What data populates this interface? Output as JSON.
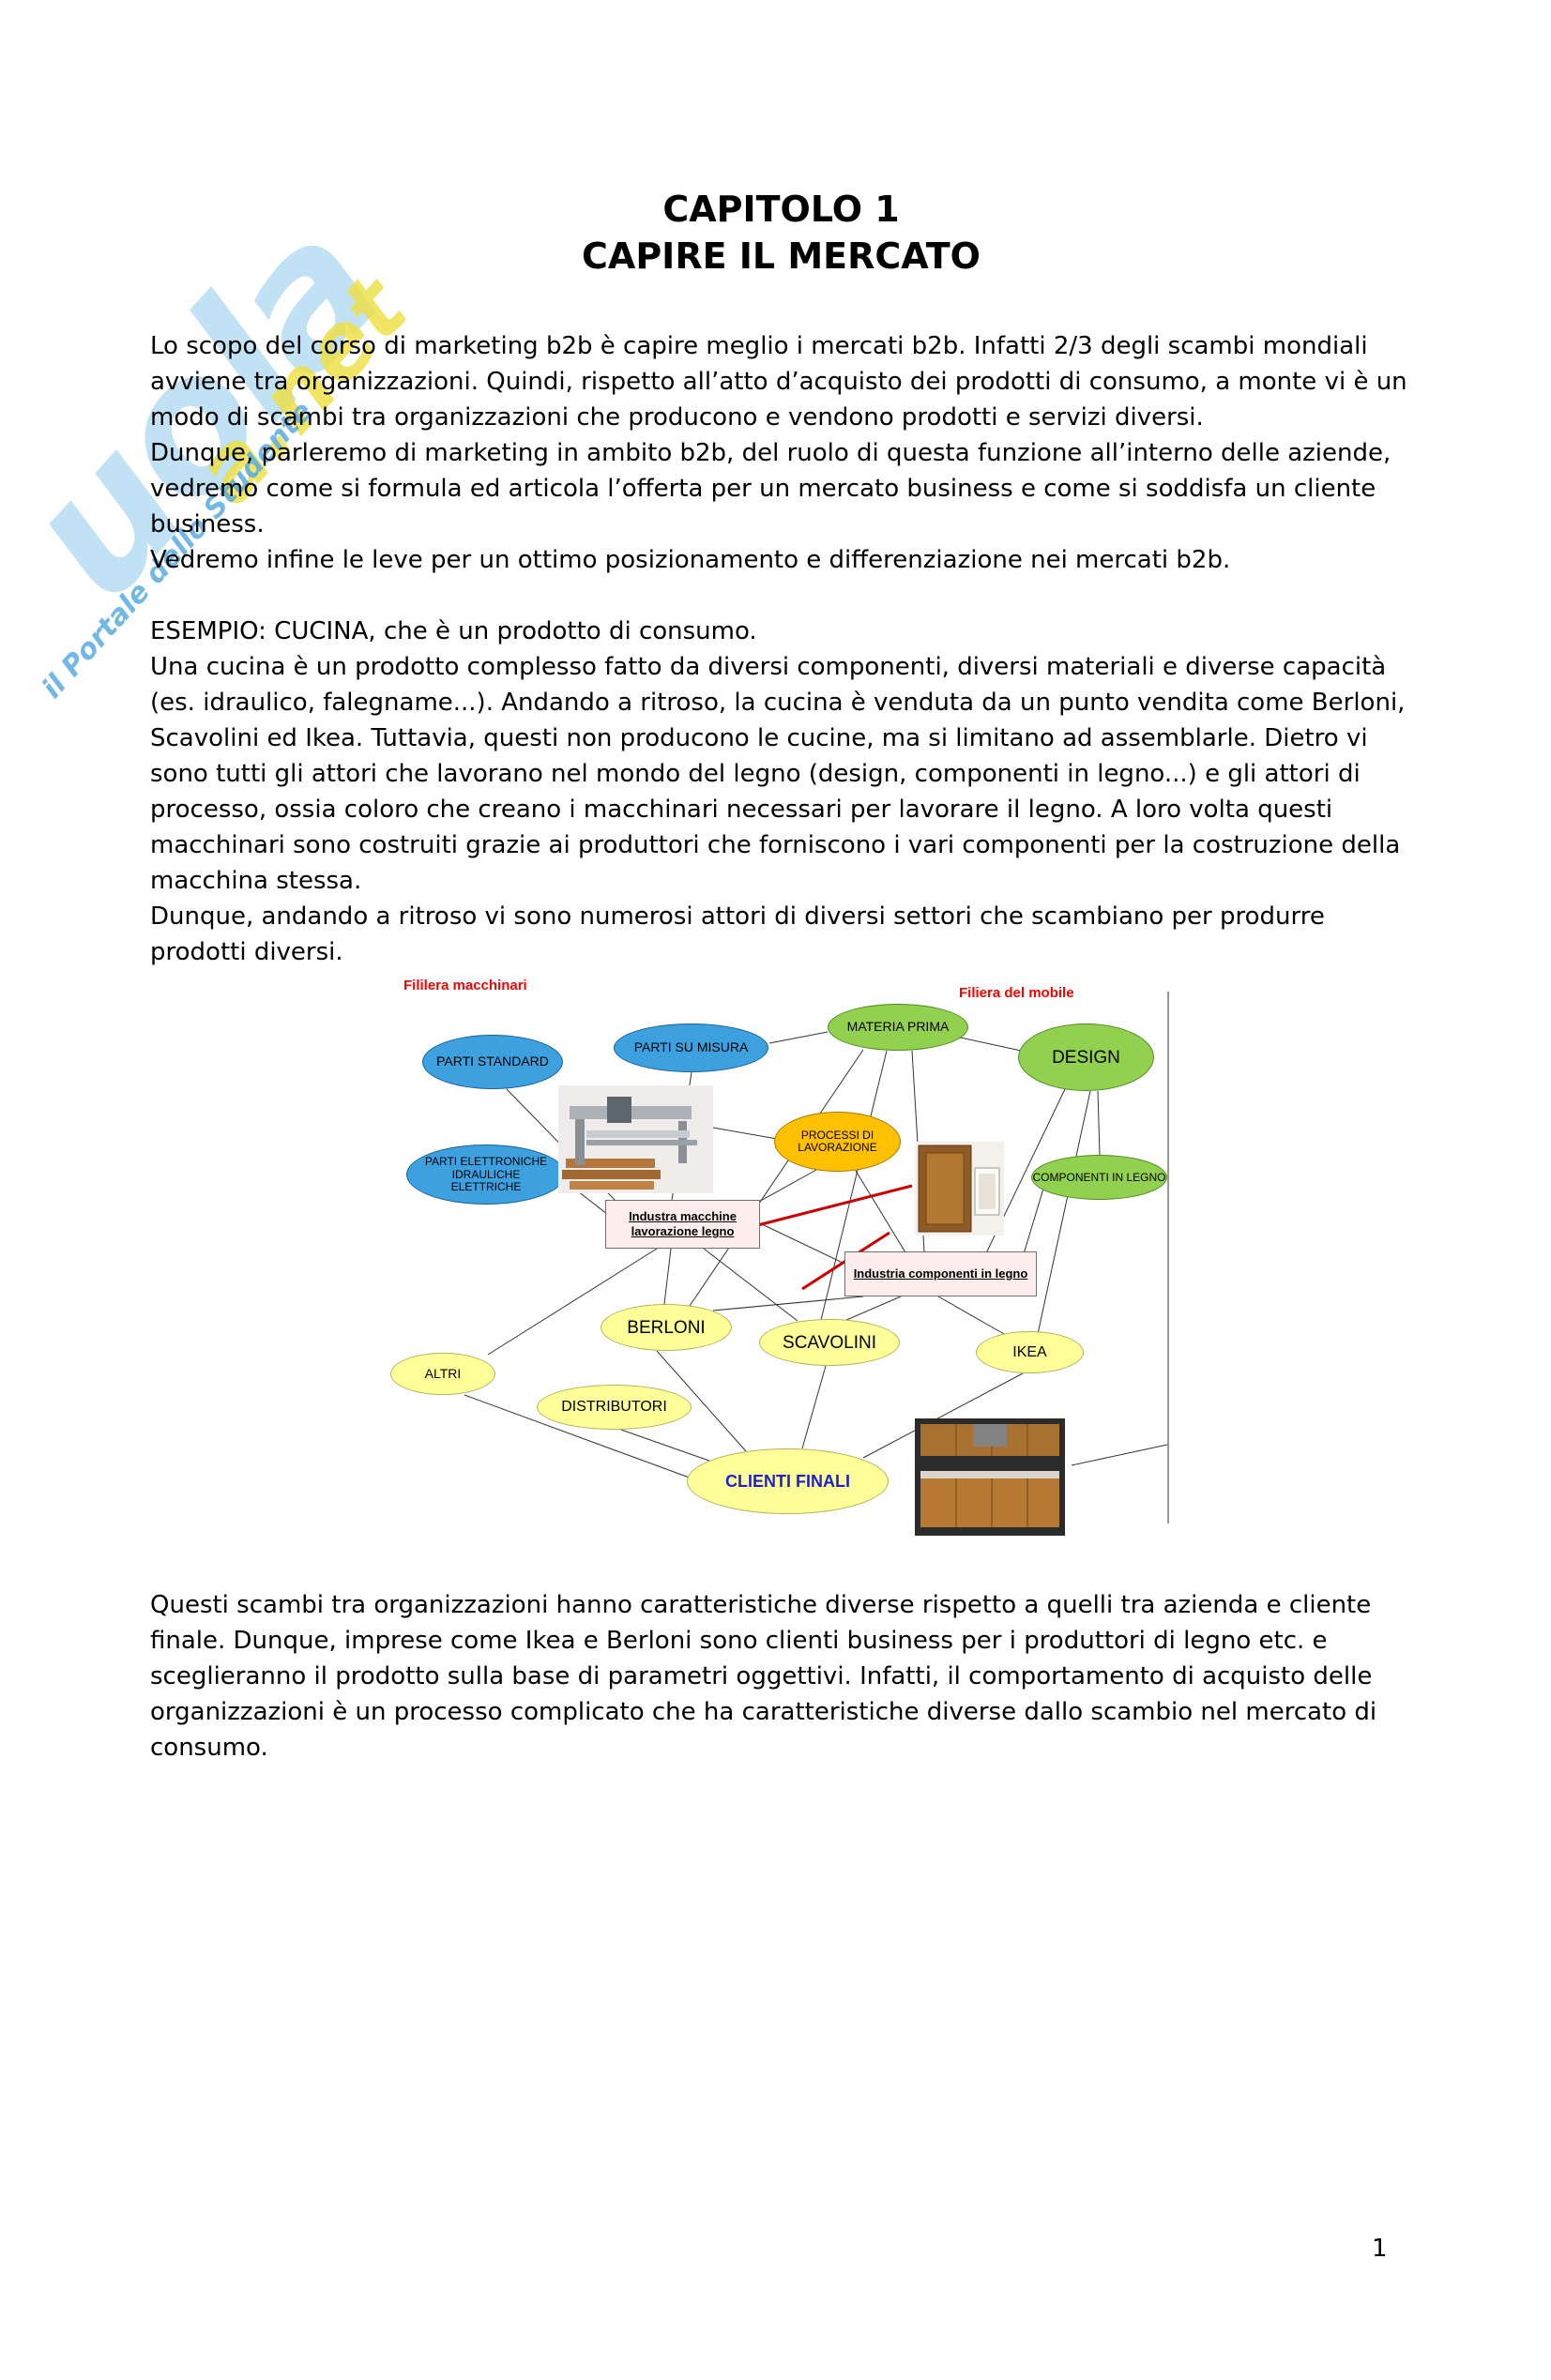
{
  "watermark": {
    "big_letters": "uola",
    "brand_suffix": "a.net",
    "tagline": "il Portale dello Studente"
  },
  "header": {
    "title_line1": "CAPITOLO 1",
    "title_line2": "CAPIRE IL MERCATO"
  },
  "paragraphs": {
    "p1": "Lo scopo del corso di marketing b2b è capire meglio i mercati b2b. Infatti 2/3 degli scambi mondiali avviene tra organizzazioni. Quindi, rispetto all’atto d’acquisto dei prodotti di consumo, a monte vi è un modo di scambi tra organizzazioni che producono e vendono prodotti e servizi diversi.",
    "p2": "Dunque, parleremo di marketing in ambito b2b, del ruolo di questa funzione all’interno delle aziende, vedremo come si formula ed articola l’offerta per un mercato business e come si soddisfa un cliente business.",
    "p3": "Vedremo infine le leve per un ottimo posizionamento e differenziazione nei mercati b2b.",
    "p4": "ESEMPIO: CUCINA, che è un prodotto di consumo.",
    "p5": "Una cucina è un prodotto complesso fatto da diversi componenti, diversi materiali e diverse capacità (es. idraulico, falegname...). Andando a ritroso, la cucina è venduta da un punto vendita come Berloni, Scavolini ed Ikea. Tuttavia, questi non producono le cucine, ma si limitano ad assemblarle. Dietro vi sono tutti gli attori che lavorano nel mondo del legno (design, componenti in legno...) e gli attori di processo, ossia coloro che creano i macchinari necessari per lavorare il legno. A loro volta questi macchinari sono costruiti grazie ai produttori che forniscono i vari componenti per la costruzione della macchina stessa.",
    "p6": "Dunque, andando a ritroso vi sono numerosi attori di diversi settori che scambiano per produrre prodotti diversi.",
    "p7": "Questi scambi tra organizzazioni hanno caratteristiche diverse rispetto a quelli tra azienda e cliente finale. Dunque, imprese come Ikea e Berloni sono clienti business per i produttori di legno etc. e sceglieranno il prodotto sulla base di parametri oggettivi. Infatti, il comportamento di acquisto delle organizzazioni è un processo complicato che ha caratteristiche diverse dallo scambio nel mercato di consumo."
  },
  "diagram": {
    "label_left": "Fililera macchinari",
    "label_right": "Filiera del mobile",
    "nodes": {
      "parti_standard": "PARTI STANDARD",
      "parti_su_misura": "PARTI SU MISURA",
      "materia_prima": "MATERIA PRIMA",
      "design": "DESIGN",
      "parti_elettroniche": "PARTI ELETTRONICHE IDRAULICHE ELETTRICHE",
      "processi_lavorazione": "PROCESSI DI LAVORAZIONE",
      "componenti_legno": "COMPONENTI IN LEGNO",
      "industria_macchine": "Industra macchine lavorazione legno",
      "industria_componenti": "Industria componenti in legno",
      "berloni": "BERLONI",
      "scavolini": "SCAVOLINI",
      "ikea": "IKEA",
      "altri": "ALTRI",
      "distributori": "DISTRIBUTORI",
      "clienti_finali": "CLIENTI FINALI"
    },
    "colors": {
      "machinery_nodes": "#3da1e0",
      "material_nodes": "#92d050",
      "process_node": "#ffc000",
      "retailer_nodes": "#ffff99",
      "label_color": "#ff0000",
      "clienti_text": "#1f1fcf"
    }
  },
  "footer": {
    "page_number": "1"
  }
}
